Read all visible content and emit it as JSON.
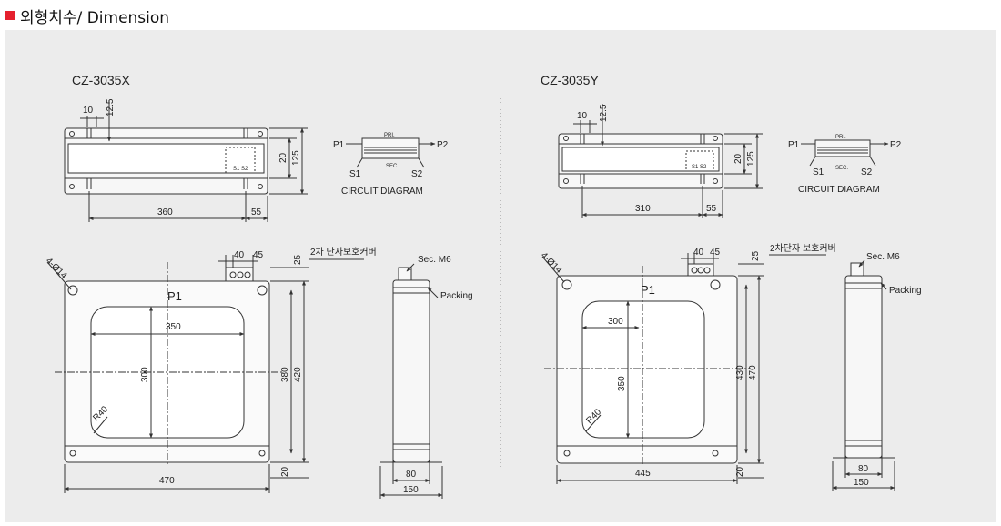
{
  "header": {
    "title": "외형치수/ Dimension"
  },
  "left": {
    "model": "CZ-3035X",
    "dims": {
      "top_w": "10",
      "top_h": "12.5",
      "mid": "20",
      "total": "125",
      "base": "360",
      "end": "55",
      "hole": "4-Ø14",
      "off1": "40",
      "off2": "45",
      "top_off": "25",
      "win_w": "350",
      "win_h": "300",
      "inner_h": "380",
      "outer_h": "420",
      "width": "470",
      "bottom": "20",
      "radius": "R40",
      "side_w": "80",
      "side_base": "150"
    },
    "labels": {
      "p1": "P1",
      "p2": "P2",
      "pri": "PRI.",
      "sec": "SEC.",
      "s1": "S1",
      "s2": "S2",
      "circuit": "CIRCUIT DIAGRAM",
      "body_p1": "P1",
      "cover": "2차 단자보호커버",
      "sec_m6": "Sec. M6",
      "packing": "Packing",
      "term": "S1 S2"
    }
  },
  "right": {
    "model": "CZ-3035Y",
    "dims": {
      "top_w": "10",
      "top_h": "12.5",
      "mid": "20",
      "total": "125",
      "base": "310",
      "end": "55",
      "hole": "4-Ø14",
      "off1": "40",
      "off2": "45",
      "top_off": "25",
      "win_w": "300",
      "win_h": "350",
      "inner_h": "430",
      "outer_h": "470",
      "width": "445",
      "bottom": "20",
      "radius": "R40",
      "side_w": "80",
      "side_base": "150"
    },
    "labels": {
      "p1": "P1",
      "p2": "P2",
      "pri": "PRI.",
      "sec": "SEC.",
      "s1": "S1",
      "s2": "S2",
      "circuit": "CIRCUIT DIAGRAM",
      "body_p1": "P1",
      "cover": "2차단자 보호커버",
      "sec_m6": "Sec. M6",
      "packing": "Packing",
      "term": "S1 S2"
    }
  }
}
